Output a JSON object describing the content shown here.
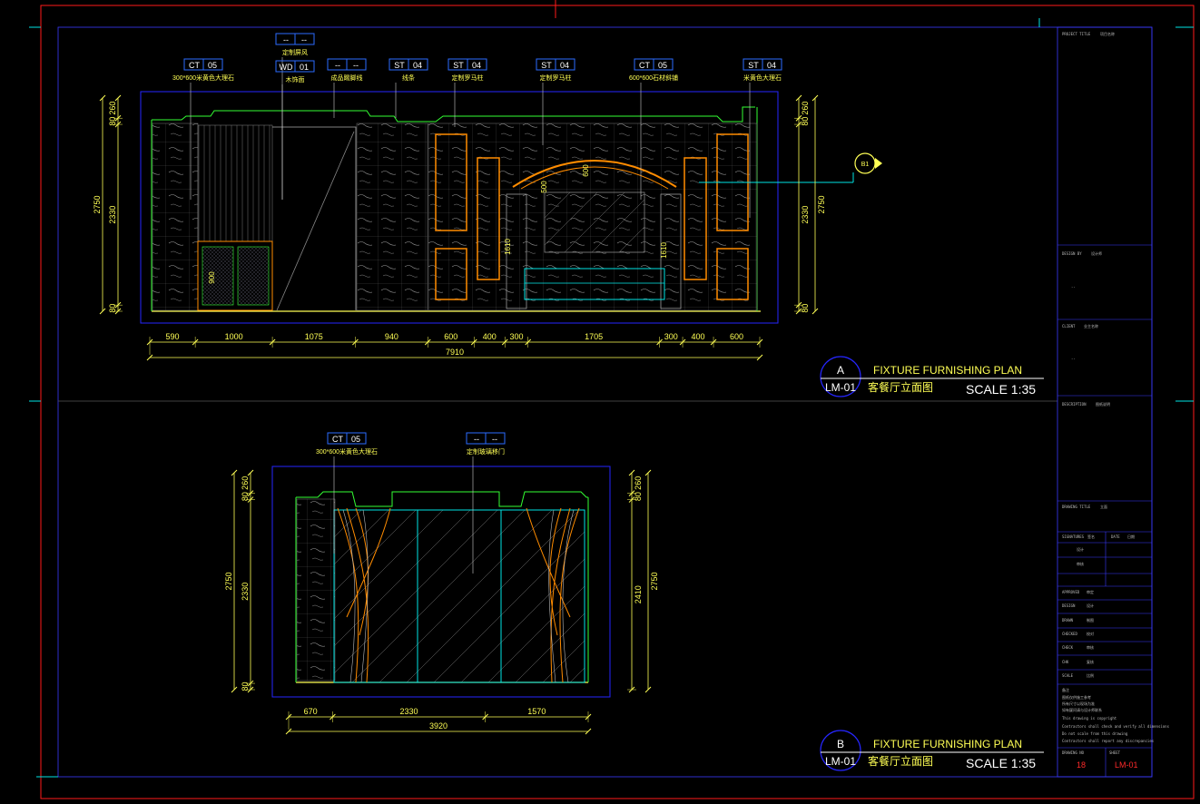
{
  "views": [
    {
      "id": "A",
      "bubble_letter": "A",
      "bubble_sheet": "LM-01",
      "title_en": "FIXTURE FURNISHING PLAN",
      "title_cn": "客餐厅立面图",
      "scale": "SCALE 1:35",
      "tags": [
        {
          "code": "CT",
          "num": "05",
          "note": "300*600米黄色大理石"
        },
        {
          "code": "--",
          "num": "--",
          "note": "定制屏风"
        },
        {
          "code": "WD",
          "num": "01",
          "note": "木饰面"
        },
        {
          "code": "--",
          "num": "--",
          "note": "成品踢脚线"
        },
        {
          "code": "ST",
          "num": "04",
          "note": "线条"
        },
        {
          "code": "ST",
          "num": "04",
          "note": "定制罗马柱"
        },
        {
          "code": "ST",
          "num": "04",
          "note": "定制罗马柱"
        },
        {
          "code": "CT",
          "num": "05",
          "note": "600*600石材斜铺"
        },
        {
          "code": "ST",
          "num": "04",
          "note": "米黄色大理石"
        }
      ],
      "dims_bottom": [
        "590",
        "1000",
        "1075",
        "940",
        "600",
        "400",
        "300",
        "1705",
        "300",
        "400",
        "600"
      ],
      "dim_total": "7910",
      "dims_left": [
        "260",
        "80",
        "2330",
        "80"
      ],
      "dim_left_total": "2750",
      "dims_right": [
        "260",
        "80",
        "2330",
        "80"
      ],
      "dim_right_total": "2750",
      "inner_dims": [
        "900",
        "1610",
        "1610",
        "500",
        "600"
      ],
      "section_marker": "B1"
    },
    {
      "id": "B",
      "bubble_letter": "B",
      "bubble_sheet": "LM-01",
      "title_en": "FIXTURE FURNISHING PLAN",
      "title_cn": "客餐厅立面图",
      "scale": "SCALE 1:35",
      "tags": [
        {
          "code": "CT",
          "num": "05",
          "note": "300*600米黄色大理石"
        },
        {
          "code": "--",
          "num": "--",
          "note": "定制玻璃移门"
        }
      ],
      "dims_bottom": [
        "670",
        "2330",
        "1570"
      ],
      "dim_total": "3920",
      "dims_left": [
        "260",
        "80",
        "2330",
        "80"
      ],
      "dim_left_total": "2750",
      "dims_right": [
        "260",
        "80",
        "2410"
      ],
      "dim_right_total": "2750"
    }
  ],
  "title_block": {
    "project_title_label": "PROJECT TITLE",
    "project_title_value": "项目名称",
    "design_by_label": "DESIGN BY",
    "design_by_value": "设计师",
    "design_by_dash": "--",
    "client_label": "CLIENT",
    "client_value": "业主名称",
    "client_dash": "--",
    "description_label": "DESCRIPTION",
    "description_value": "图纸说明",
    "drawing_title_label": "DRAWING TITLE",
    "drawing_title_value": "立面",
    "rows": [
      {
        "label": "SIGNATURES",
        "value": "签名",
        "extra_label": "DATE",
        "extra_value": "日期"
      },
      {
        "label": "设计",
        "value": ""
      },
      {
        "label": "审核",
        "value": ""
      },
      {
        "label": "APPROVED",
        "value": "审定"
      },
      {
        "label": "DESIGN",
        "value": "设计"
      },
      {
        "label": "DRAWN",
        "value": "制图"
      },
      {
        "label": "CHECKED",
        "value": "校对"
      },
      {
        "label": "CHECK",
        "value": "审核"
      },
      {
        "label": "CHK",
        "value": "复核"
      },
      {
        "label": "SCALE",
        "value": "比例"
      }
    ],
    "notes_label": "备注",
    "notes": [
      "图纸仅供施工参考",
      "所有尺寸以现场为准",
      "如有疑问请与设计师联系",
      "This drawing is copyright",
      "Contractors shall check and verify all dimensions",
      "Do not scale from this drawing",
      "Contractors shall report any discrepancies"
    ],
    "drawing_no_label": "DRAWING NO",
    "drawing_no_value": "18",
    "sheet_label": "SHEET",
    "sheet_value": "LM-01"
  },
  "colors": {
    "background": "#000000",
    "frame_red": "#ff1a1a",
    "frame_blue": "#2b2bff",
    "outline": "#2626ff",
    "dim": "#ffff55",
    "wall_green": "#33ff33",
    "trim_orange": "#ff8c00",
    "grey": "#8a8a8a",
    "cyan": "#00e5e5",
    "text_white": "#ffffff"
  }
}
